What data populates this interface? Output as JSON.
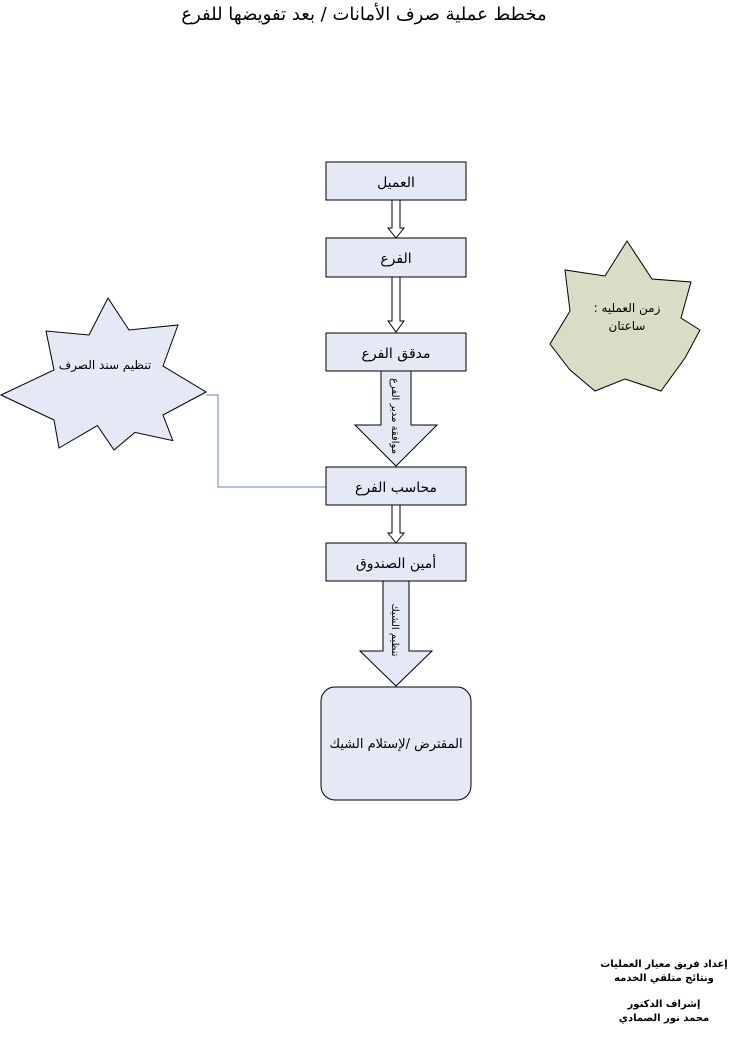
{
  "title": "مخطط عملية صرف الأمانات / بعد تفويضها للفرع",
  "nodes": {
    "client": "العميل",
    "branch": "الفرع",
    "branch_auditor": "مدقق الفرع",
    "branch_accountant": "محاسب الفرع",
    "cashier": "أمين الصندوق",
    "borrower": "المقترض /لإستلام الشيك"
  },
  "arrow_labels": {
    "manager_approval": "موافقة مدير الفرع",
    "check_preparation": "تنظيم الشيك"
  },
  "side_notes": {
    "voucher": "تنظيم سند الصرف",
    "duration_line1": "زمن العمليه :",
    "duration_line2": "ساعتان"
  },
  "footer": {
    "prepared_line1": "إعداد فريق معيار العمليات",
    "prepared_line2": "ونتائج متلقي الخدمه",
    "supervision_line1": "إشراف الدكتور",
    "supervision_line2": "محمد نور الصمادي"
  },
  "colors": {
    "box_fill": "#e4e9f5",
    "star_fill": "#e4e9f5",
    "duration_star_fill": "#dadcc5",
    "stroke": "#000000",
    "connector": "#6082c6"
  }
}
